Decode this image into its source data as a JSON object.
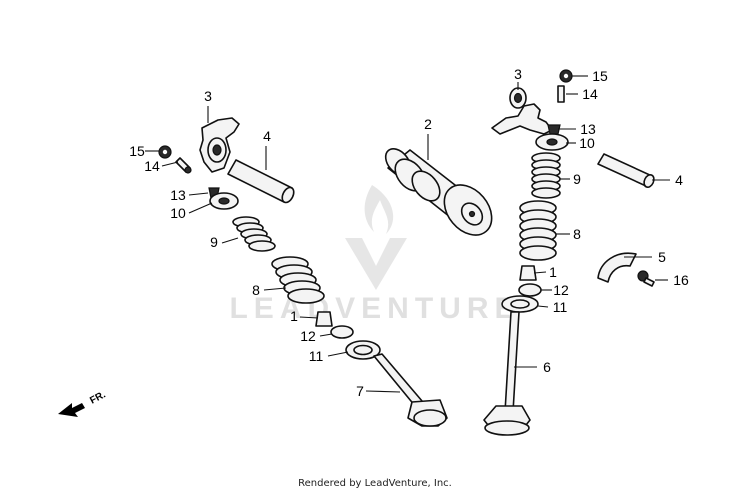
{
  "watermark": {
    "text": "LEADVENTURE"
  },
  "direction_arrow": {
    "label": "FR."
  },
  "footer": {
    "credit": "Rendered by LeadVenture, Inc."
  },
  "callouts": {
    "left": {
      "c3": "3",
      "c15": "15",
      "c14": "14",
      "c4": "4",
      "c13": "13",
      "c10": "10",
      "c9": "9",
      "c8": "8",
      "c1": "1",
      "c12": "12",
      "c11": "11",
      "c7": "7"
    },
    "center": {
      "c2": "2"
    },
    "right": {
      "c3": "3",
      "c15": "15",
      "c14": "14",
      "c13": "13",
      "c10": "10",
      "c4": "4",
      "c9": "9",
      "c8": "8",
      "c5": "5",
      "c1": "1",
      "c16": "16",
      "c12": "12",
      "c11": "11",
      "c6": "6"
    }
  }
}
